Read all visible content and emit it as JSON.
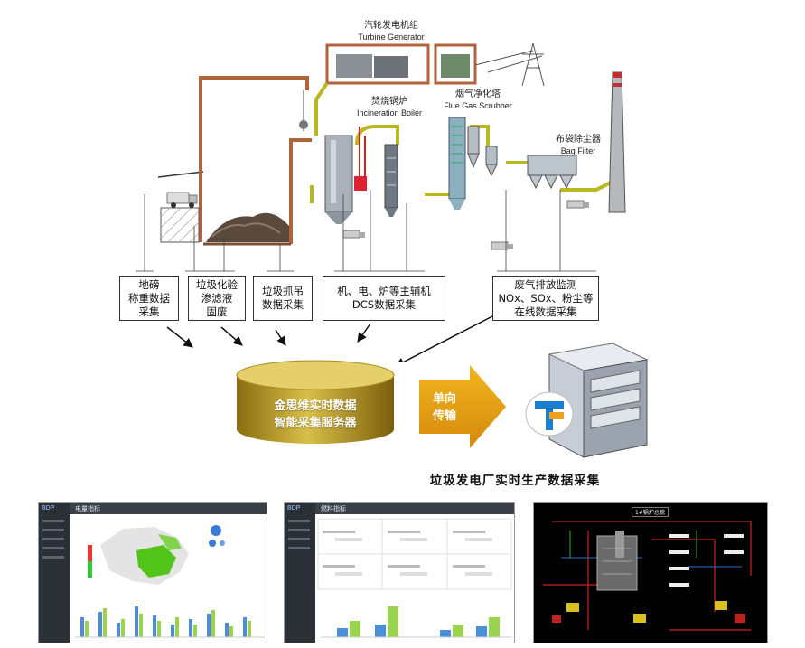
{
  "plant": {
    "turbine": {
      "zh": "汽轮发电机组",
      "en": "Turbine Generator"
    },
    "boiler": {
      "zh": "焚烧锅炉",
      "en": "Incineration Boiler"
    },
    "scrubber": {
      "zh": "烟气净化塔",
      "en": "Flue Gas Scrubber"
    },
    "bagfilter": {
      "zh": "布袋除尘器",
      "en": "Bag Filter"
    }
  },
  "boxes": [
    {
      "text": "地磅\n称重数据\n采集"
    },
    {
      "text": "垃圾化验\n渗滤液\n固废"
    },
    {
      "text": "垃圾抓吊\n数据采集"
    },
    {
      "text": "机、电、炉等主辅机\nDCS数据采集"
    },
    {
      "text": "废气排放监测\nNOx、SOx、粉尘等\n在线数据采集"
    }
  ],
  "database": {
    "text": "金思维实时数据\n智能采集服务器"
  },
  "transfer": {
    "text": "单向\n传输"
  },
  "caption": "垃圾发电厂实时生产数据采集",
  "screens": {
    "left": {
      "logo": "BDP",
      "title": "电量指标"
    },
    "middle": {
      "logo": "BDP",
      "title": "燃料指标"
    },
    "right": {
      "title": "1#锅炉总貌"
    }
  },
  "colors": {
    "pipe": "#b8b820",
    "brick": "#b0643c",
    "gold": "#c8a826",
    "arrow": "#e6a81a",
    "dcs_bg": "#000000",
    "map_green": "#52c41a"
  }
}
